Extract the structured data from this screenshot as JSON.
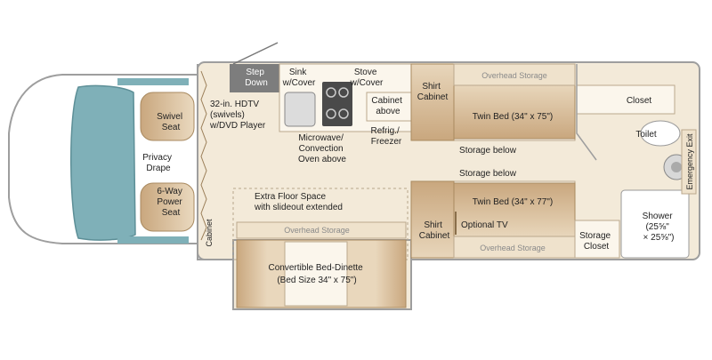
{
  "labels": {
    "step_down": [
      "Step",
      "Down"
    ],
    "hdtv": [
      "32-in. HDTV",
      "(swivels)",
      "w/DVD Player"
    ],
    "sink": [
      "Sink",
      "w/Cover"
    ],
    "stove": [
      "Stove",
      "w/Cover"
    ],
    "cabinet_above": [
      "Cabinet",
      "above"
    ],
    "microwave": [
      "Microwave/",
      "Convection",
      "Oven above"
    ],
    "refrig": [
      "Refrig./",
      "Freezer"
    ],
    "shirt_cabinet_top": [
      "Shirt",
      "Cabinet"
    ],
    "overhead_storage_top": "Overhead Storage",
    "twin_bed_top": "Twin Bed (34\" x 75\")",
    "storage_below_1": "Storage below",
    "storage_below_2": "Storage below",
    "closet": "Closet",
    "toilet": "Toilet",
    "emergency_exit": "Emergency Exit",
    "swivel_seat": [
      "Swivel",
      "Seat"
    ],
    "privacy_drape": [
      "Privacy",
      "Drape"
    ],
    "power_seat": [
      "6-Way",
      "Power",
      "Seat"
    ],
    "cabinet_side": "Cabinet",
    "extra_floor": [
      "Extra Floor Space",
      "with slideout extended"
    ],
    "overhead_storage_slide": "Overhead Storage",
    "convertible_bed": [
      "Convertible Bed-Dinette",
      "(Bed Size 34\" x 75\")"
    ],
    "twin_bed_bottom": "Twin Bed (34\" x 77\")",
    "shirt_cabinet_bottom": [
      "Shirt",
      "Cabinet"
    ],
    "optional_tv": "Optional TV",
    "overhead_storage_bottom": "Overhead Storage",
    "storage_closet": [
      "Storage",
      "Closet"
    ],
    "shower": [
      "Shower",
      "(25⅝\"",
      "× 25⅝\")"
    ]
  },
  "colors": {
    "floor": "#f3ead9",
    "wall": "#9e9e9e",
    "tan_dark": "#c9a77e",
    "tan_light": "#e6d2b4",
    "cream": "#fbf6ec",
    "windshield": "#7fb0b8",
    "step": "#7d7d7d"
  }
}
